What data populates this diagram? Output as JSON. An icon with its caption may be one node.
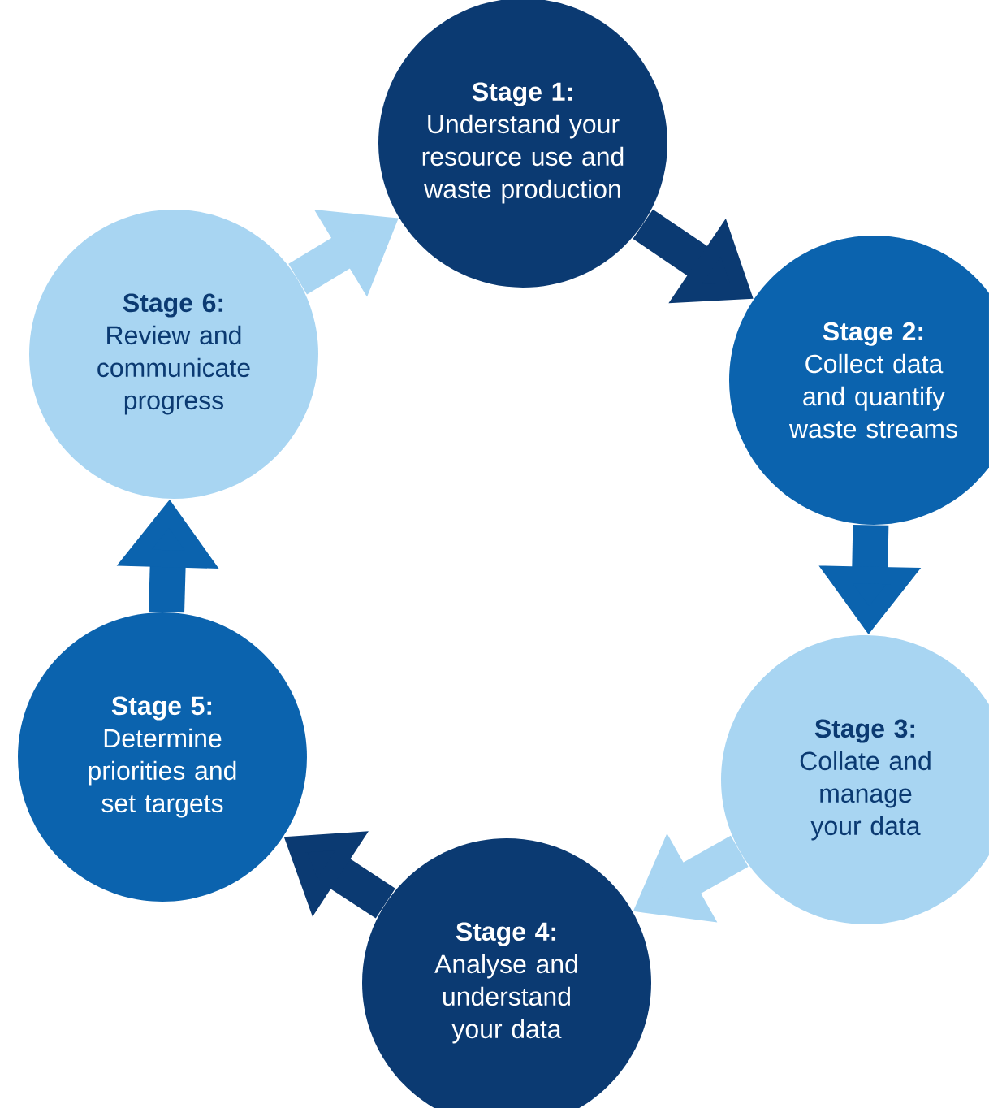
{
  "diagram": {
    "nodes": [
      {
        "text": [
          "Stage 1:",
          "Understand your resource use and waste production"
        ]
      },
      {
        "text": [
          "Stage 2:",
          "Collect data and quantify waste streams"
        ]
      },
      {
        "text": [
          "Stage 3:",
          "Collate and manage your data"
        ]
      },
      {
        "text": [
          "Stage 4:",
          "Analyse and understand your data"
        ]
      },
      {
        "text": [
          "Stage 5:",
          "Determine priorities and set targets"
        ]
      },
      {
        "text": [
          "Stage 6:",
          "Review and communicate progress"
        ]
      }
    ],
    "edges": [
      {
        "from": 0,
        "to": 1,
        "arrow": "to",
        "color": "#0b3a72"
      },
      {
        "from": 1,
        "to": 2,
        "arrow": "to",
        "color": "#0b63ae"
      },
      {
        "from": 2,
        "to": 3,
        "arrow": "to",
        "color": "#a8d5f2"
      },
      {
        "from": 3,
        "to": 4,
        "arrow": "to",
        "color": "#0b3a72"
      },
      {
        "from": 4,
        "to": 5,
        "arrow": "to",
        "color": "#0b63ae"
      },
      {
        "from": 5,
        "to": 0,
        "arrow": "to",
        "color": "#a8d5f2"
      }
    ]
  }
}
